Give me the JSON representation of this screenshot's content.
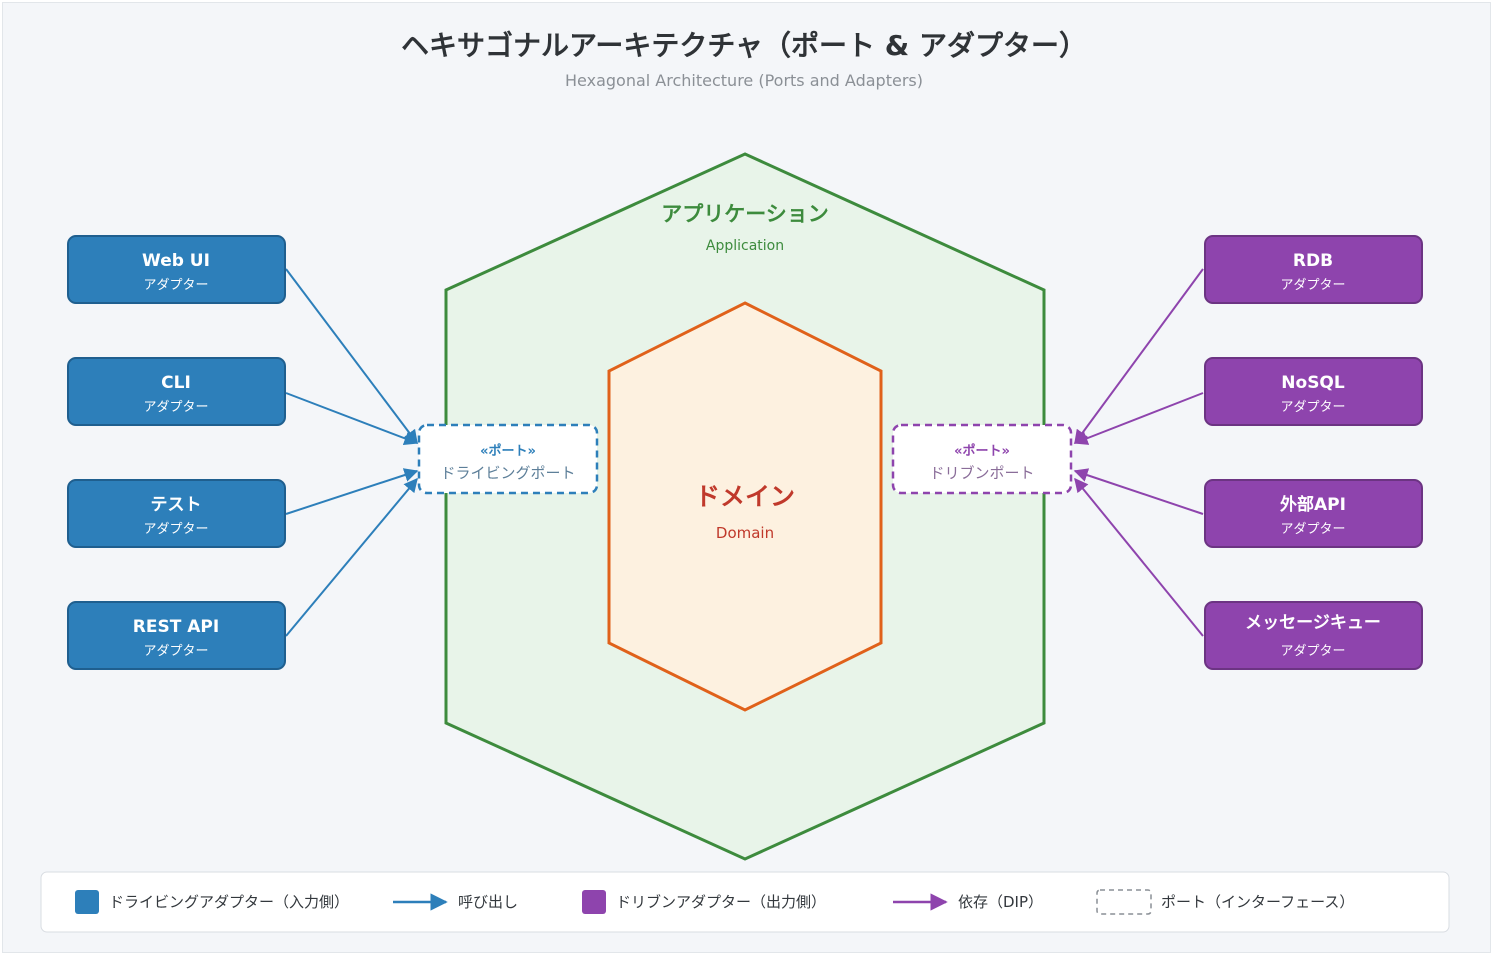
{
  "title": "ヘキサゴナルアーキテクチャ（ポート & アダプター）",
  "subtitle": "Hexagonal Architecture (Ports and Adapters)",
  "application": {
    "label": "アプリケーション",
    "sublabel": "Application"
  },
  "domain": {
    "label": "ドメイン",
    "sublabel": "Domain"
  },
  "driving_port": {
    "stereotype": "«ポート»",
    "label": "ドライビングポート"
  },
  "driven_port": {
    "stereotype": "«ポート»",
    "label": "ドリブンポート"
  },
  "driving_adapters": [
    {
      "name": "Web UI",
      "sub": "アダプター"
    },
    {
      "name": "CLI",
      "sub": "アダプター"
    },
    {
      "name": "テスト",
      "sub": "アダプター"
    },
    {
      "name": "REST API",
      "sub": "アダプター"
    }
  ],
  "driven_adapters": [
    {
      "name": "RDB",
      "sub": "アダプター"
    },
    {
      "name": "NoSQL",
      "sub": "アダプター"
    },
    {
      "name": "外部API",
      "sub": "アダプター"
    },
    {
      "name": "メッセージキュー",
      "sub": "アダプター"
    }
  ],
  "legend": {
    "driving": "ドライビングアダプター（入力側）",
    "call": "呼び出し",
    "driven": "ドリブンアダプター（出力側）",
    "depend": "依存（DIP）",
    "port": "ポート（インターフェース）"
  },
  "colors": {
    "driving": "#2d7fba",
    "driving_border": "#1f5f8f",
    "driven": "#8e44ad",
    "driven_border": "#6c3483",
    "app_fill": "#e8f4e9",
    "app_stroke": "#3d8b3d",
    "domain_fill": "#fdf1e0",
    "domain_stroke": "#e0611a",
    "domain_text": "#c0392b"
  }
}
